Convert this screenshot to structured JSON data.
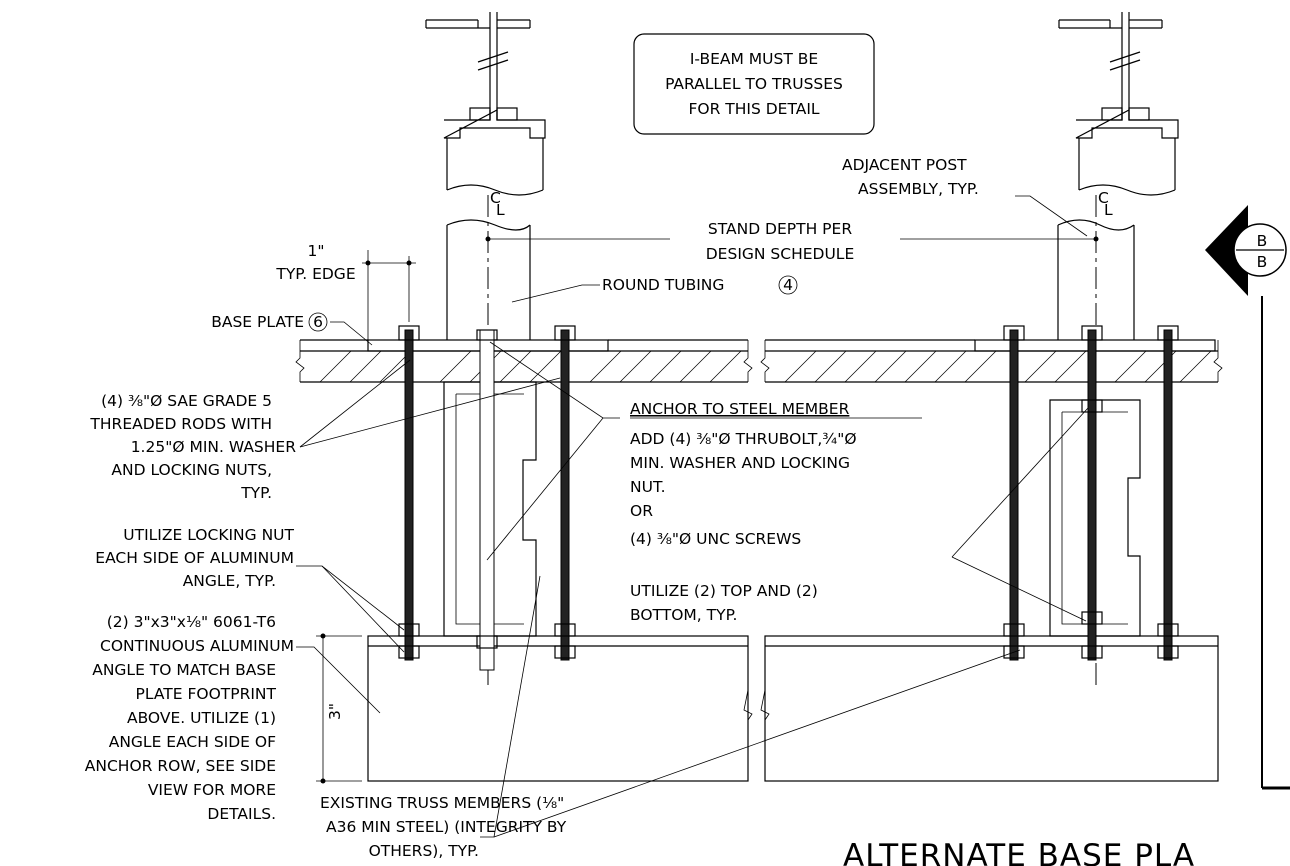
{
  "notes": {
    "ibeam": [
      "I-BEAM MUST BE",
      "PARALLEL TO TRUSSES",
      "FOR THIS DETAIL"
    ],
    "adjacent_post": [
      "ADJACENT POST",
      "ASSEMBLY, TYP."
    ],
    "stand_depth": [
      "STAND DEPTH PER",
      "DESIGN SCHEDULE"
    ],
    "edge_dim": [
      "1\"",
      "TYP. EDGE"
    ],
    "round_tubing": "ROUND TUBING",
    "round_tubing_tag": "4",
    "base_plate": "BASE PLATE",
    "base_plate_tag": "6",
    "threaded_rods": [
      "(4) ⅜\"Ø SAE GRADE 5",
      "THREADED RODS WITH",
      "1.25\"Ø MIN. WASHER",
      "AND LOCKING NUTS,",
      "TYP."
    ],
    "anchor_title": "ANCHOR TO STEEL MEMBER",
    "anchor_lines": [
      "ADD (4) ⅜\"Ø THRUBOLT,¾\"Ø",
      "MIN. WASHER AND LOCKING",
      "NUT.",
      "OR",
      "(4) ⅜\"Ø UNC SCREWS",
      "",
      "UTILIZE (2) TOP AND (2)",
      "BOTTOM, TYP."
    ],
    "locking_nut": [
      "UTILIZE LOCKING NUT",
      "EACH SIDE OF ALUMINUM",
      "ANGLE, TYP."
    ],
    "angle": [
      "(2) 3\"x3\"x⅛\" 6061-T6",
      "CONTINUOUS ALUMINUM",
      "ANGLE TO MATCH BASE",
      "PLATE FOOTPRINT",
      "ABOVE. UTILIZE (1)",
      "ANGLE EACH SIDE OF",
      "ANCHOR ROW, SEE SIDE",
      "VIEW FOR MORE",
      "DETAILS."
    ],
    "truss": [
      "EXISTING TRUSS MEMBERS  (⅛\"",
      "A36 MIN STEEL) (INTEGRITY BY",
      "OTHERS), TYP."
    ],
    "dim_3": "3\"",
    "section_top": "B",
    "section_bottom": "B",
    "cl_symbol": "CL",
    "title": "ALTERNATE BASE PLA"
  }
}
